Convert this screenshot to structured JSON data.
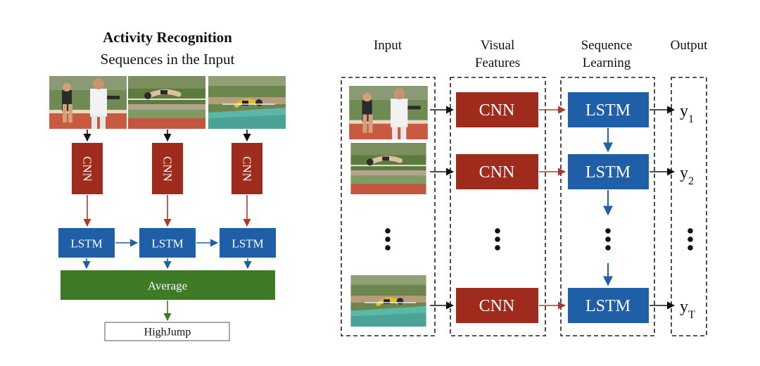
{
  "left_panel": {
    "title": "Activity Recognition",
    "subtitle": "Sequences in the Input",
    "cnn_label": "CNN",
    "lstm_label": "LSTM",
    "average_label": "Average",
    "result_label": "HighJump"
  },
  "right_panel": {
    "headers": {
      "input": "Input",
      "visual_features_line1": "Visual",
      "visual_features_line2": "Features",
      "sequence_learning_line1": "Sequence",
      "sequence_learning_line2": "Learning",
      "output": "Output"
    },
    "cnn_label": "CNN",
    "lstm_label": "LSTM",
    "outputs": [
      {
        "base": "y",
        "sub": "1"
      },
      {
        "base": "y",
        "sub": "2"
      },
      {
        "base": "y",
        "sub": "T"
      }
    ]
  },
  "colors": {
    "cnn_fill": "#9e2b1c",
    "lstm_fill": "#1f5fa8",
    "average_fill": "#3f7b26",
    "red_arrow": "#b03a28",
    "blue_arrow": "#1f5fa8",
    "green_arrow": "#3f7b26",
    "black": "#111111"
  },
  "icons": {
    "frame_person": "sports-photo-athlete-and-official",
    "frame_jump": "sports-photo-high-jump-over-bar",
    "frame_landing": "sports-photo-athlete-landing-on-mat"
  }
}
